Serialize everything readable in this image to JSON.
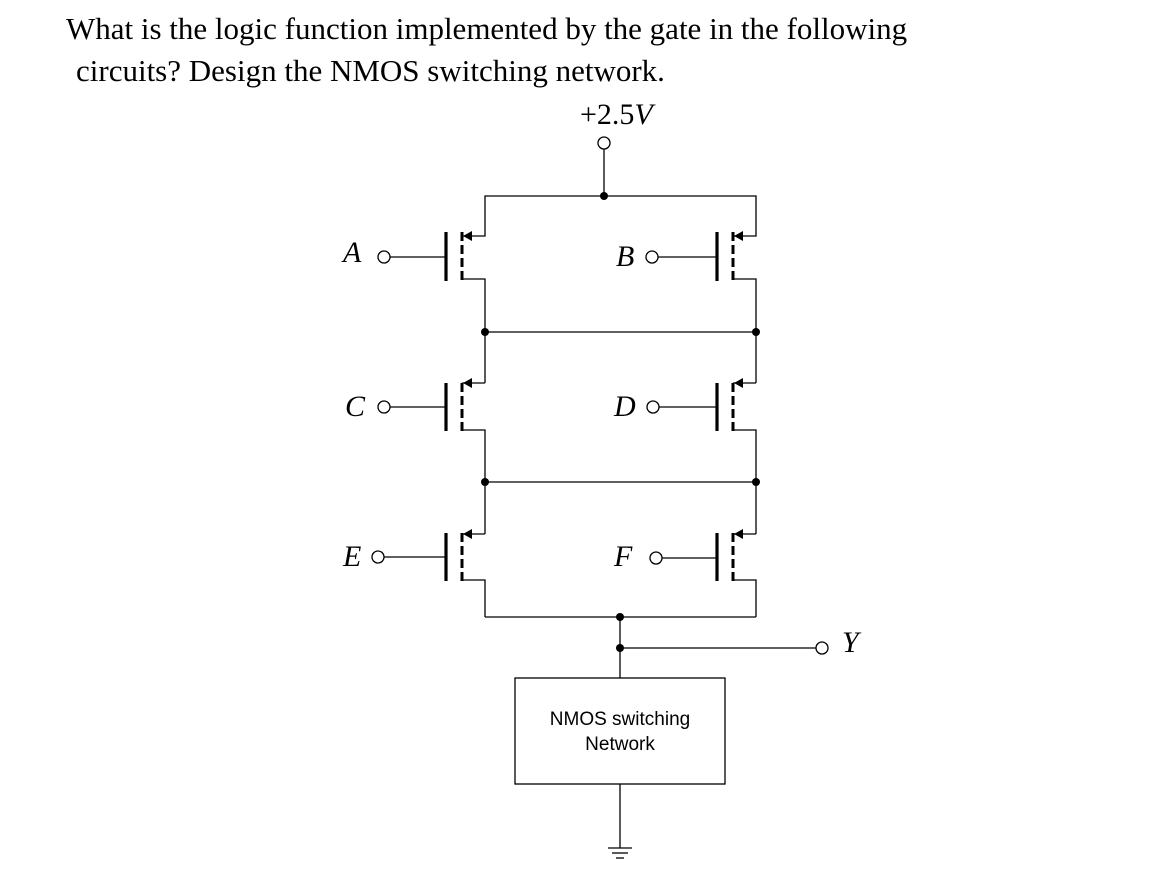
{
  "question": {
    "line1": "What is the logic function implemented by the gate in the following",
    "line2": "circuits? Design the NMOS switching network."
  },
  "circuit": {
    "supply_prefix": "+2.5",
    "supply_unit": "V",
    "inputs": {
      "a": "A",
      "b": "B",
      "c": "C",
      "d": "D",
      "e": "E",
      "f": "F"
    },
    "output": "Y",
    "box_line1": "NMOS switching",
    "box_line2": "Network"
  }
}
